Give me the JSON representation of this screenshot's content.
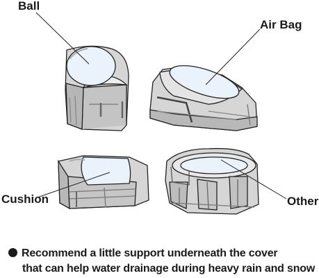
{
  "labels": {
    "ball": "Ball",
    "air_bag": "Air Bag",
    "cushion": "Cushion",
    "other": "Other"
  },
  "note": {
    "bullet_icon": "filled-circle-bullet-icon",
    "line1": "Recommend a little support underneath the cover",
    "line2": "that can help water drainage during heavy rain and snow"
  },
  "colors": {
    "cover_fill": "#d6d6d6",
    "cover_dark": "#9a9a9a",
    "support_fill": "#e6eef6",
    "outline": "#222222"
  }
}
